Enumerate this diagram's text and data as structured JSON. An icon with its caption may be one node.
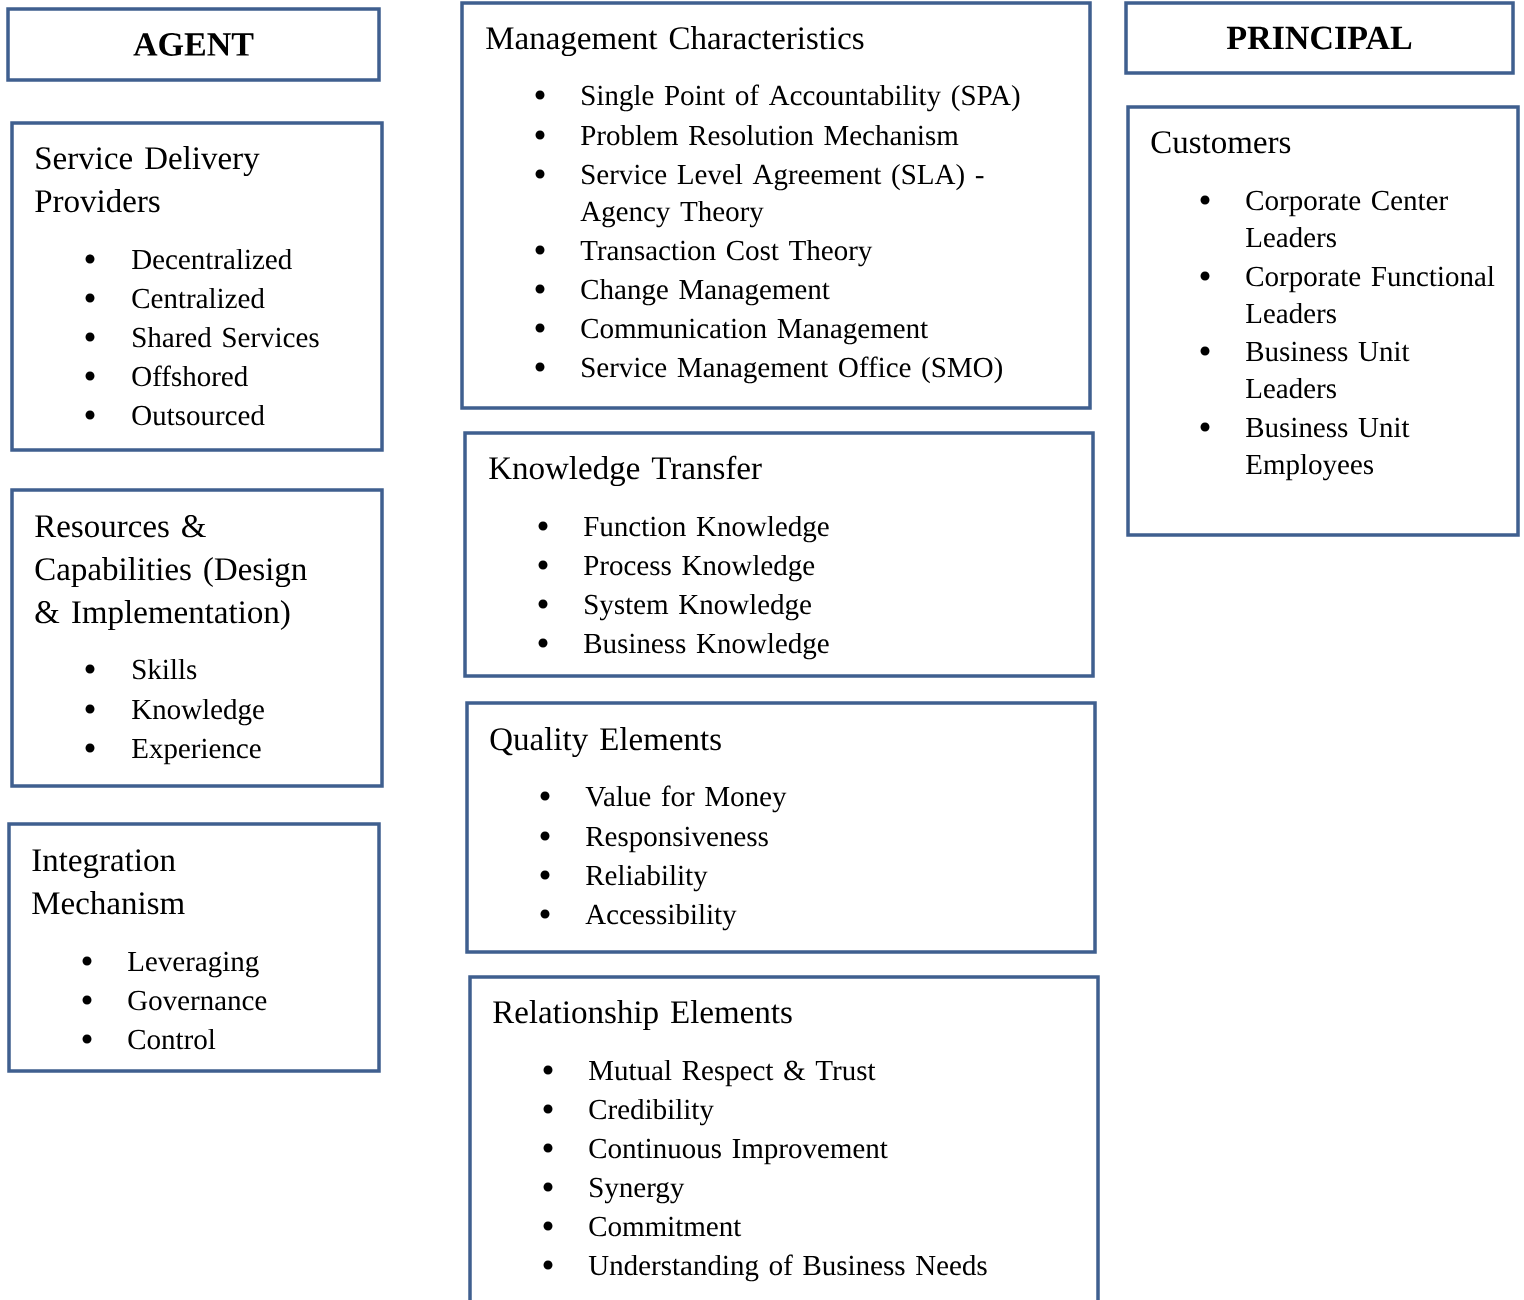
{
  "diagram": {
    "nodes": [
      {
        "text": [
          "AGENT"
        ]
      },
      {
        "text": [
          "Service Delivery Providers",
          "Decentralized",
          "Centralized",
          "Shared Services",
          "Offshored",
          "Outsourced"
        ]
      },
      {
        "text": [
          "Resources & Capabilities (Design & Implementation)",
          "Skills",
          "Knowledge",
          "Experience"
        ]
      },
      {
        "text": [
          "Integration Mechanism",
          "Leveraging",
          "Governance",
          "Control"
        ]
      },
      {
        "text": [
          "Management Characteristics",
          "Single Point of Accountability (SPA)",
          "Problem Resolution Mechanism",
          "Service Level Agreement (SLA) - Agency Theory",
          "Transaction Cost Theory",
          "Change Management",
          "Communication Management",
          "Service Management Office (SMO)"
        ]
      },
      {
        "text": [
          "Knowledge Transfer",
          "Function Knowledge",
          "Process Knowledge",
          "System Knowledge",
          "Business Knowledge"
        ]
      },
      {
        "text": [
          "Quality Elements",
          "Value for Money",
          "Responsiveness",
          "Reliability",
          "Accessibility"
        ]
      },
      {
        "text": [
          "Relationship Elements",
          "Mutual Respect & Trust",
          "Credibility",
          "Continuous Improvement",
          "Synergy",
          "Commitment",
          "Understanding of Business Needs"
        ]
      },
      {
        "text": [
          "PRINCIPAL"
        ]
      },
      {
        "text": [
          "Customers",
          "Corporate Center Leaders",
          "Corporate Functional Leaders",
          "Business Unit Leaders",
          "Business Unit Employees"
        ]
      }
    ]
  }
}
